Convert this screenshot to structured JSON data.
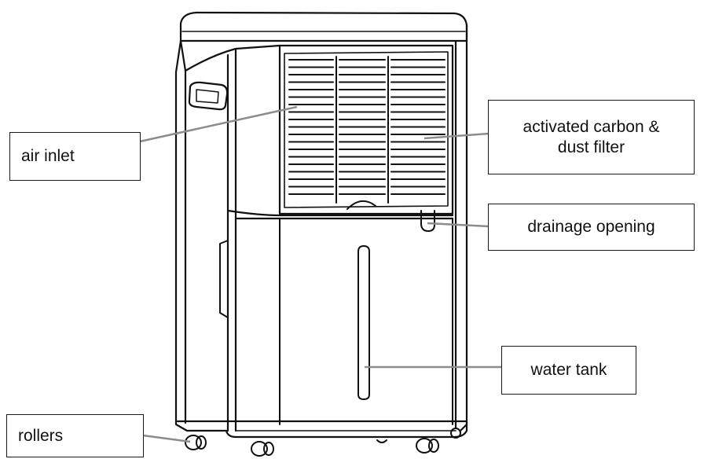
{
  "labels": {
    "air_inlet": "air inlet",
    "rollers": "rollers",
    "carbon_filter": "activated carbon &\ndust filter",
    "drainage_opening": "drainage opening",
    "water_tank": "water tank"
  },
  "colors": {
    "line": "#111111",
    "leader": "#8c8c8c",
    "background": "#ffffff"
  }
}
